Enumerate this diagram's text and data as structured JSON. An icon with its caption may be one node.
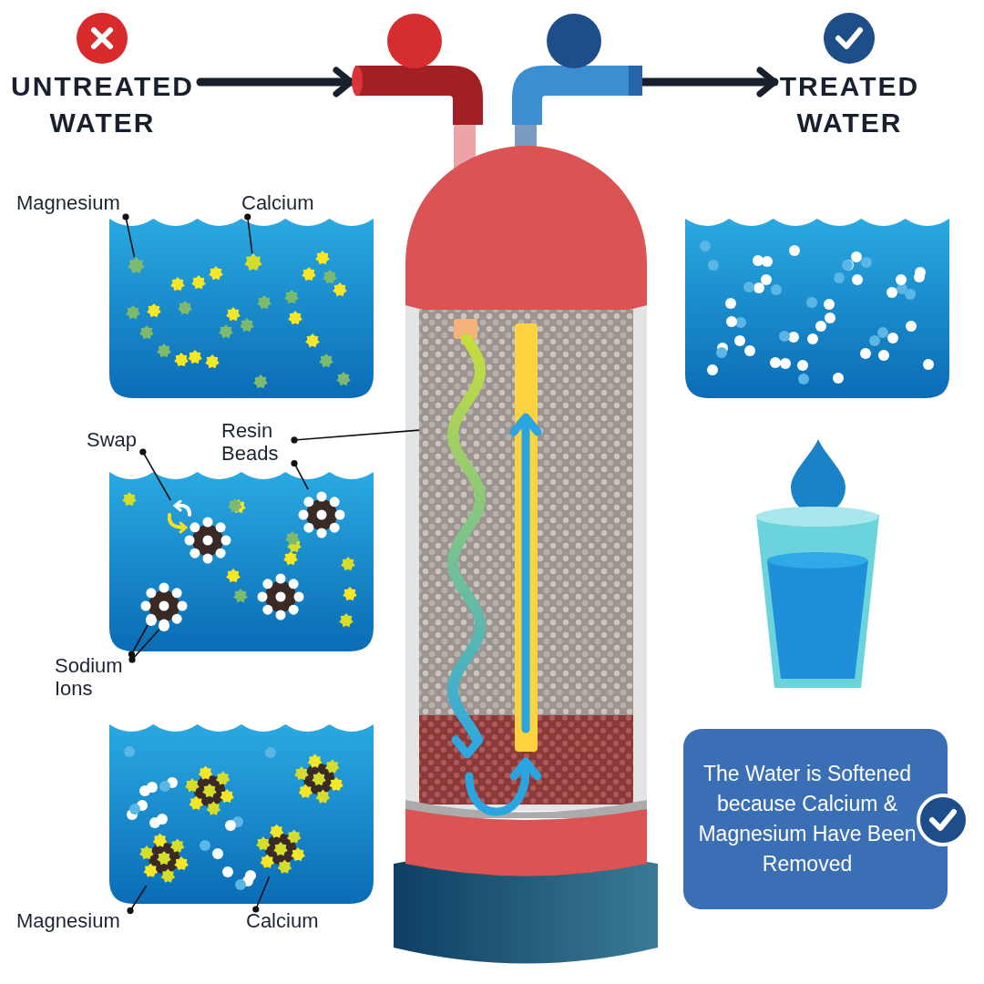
{
  "diagram": {
    "nodes": [
      {
        "text": [
          "UNTREATED WATER"
        ]
      },
      {
        "text": [],
        "shape": "picture"
      },
      {
        "text": [],
        "shape": "picture"
      },
      {
        "text": [
          "TREATED WATER"
        ]
      },
      {
        "text": [
          "Magnesium"
        ]
      },
      {
        "text": [],
        "shape": "star"
      },
      {
        "text": [
          "Calcium"
        ]
      },
      {
        "text": [],
        "shape": "star"
      },
      {
        "text": [
          "Swap"
        ]
      },
      {
        "text": [],
        "shape": "picture"
      },
      {
        "text": [
          "Resin Beads"
        ]
      },
      {
        "text": [],
        "shape": "circle"
      },
      {
        "text": [],
        "shape": "box"
      },
      {
        "text": [
          "Sodium Ions"
        ]
      },
      {
        "text": [],
        "shape": "circle"
      },
      {
        "text": [],
        "shape": "circle"
      },
      {
        "text": [
          "Magnesium"
        ]
      },
      {
        "text": [],
        "shape": "circle"
      },
      {
        "text": [
          "Calcium"
        ]
      },
      {
        "text": [],
        "shape": "circle"
      },
      {
        "text": [
          "The Water is Softened because Calcium & Magnesium Have Been Removed"
        ]
      }
    ],
    "edges": [
      {
        "from": 0,
        "to": 1,
        "arrow": "to",
        "style": "thick",
        "color": "#18202e"
      },
      {
        "from": 2,
        "to": 3,
        "arrow": "to",
        "style": "thick",
        "color": "#18202e"
      },
      {
        "from": 4,
        "to": 5,
        "arrow": "other"
      },
      {
        "from": 6,
        "to": 7,
        "arrow": "other"
      },
      {
        "from": 8,
        "to": 9,
        "arrow": "other"
      },
      {
        "from": 10,
        "to": 11,
        "arrow": "other"
      },
      {
        "from": 10,
        "to": 12,
        "arrow": "other"
      },
      {
        "from": 13,
        "to": 14,
        "arrow": "other"
      },
      {
        "from": 13,
        "to": 15,
        "arrow": "other"
      },
      {
        "from": 16,
        "to": 17,
        "arrow": "other"
      },
      {
        "from": 18,
        "to": 19,
        "arrow": "other"
      }
    ]
  }
}
